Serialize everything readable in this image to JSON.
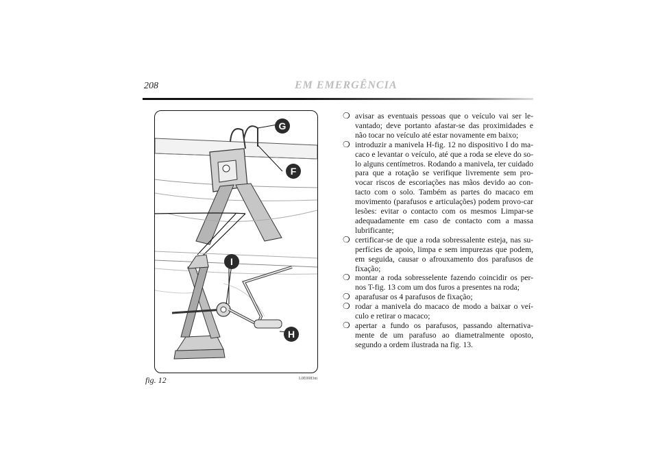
{
  "header": {
    "page_number": "208",
    "section_title": "EM EMERGÊNCIA"
  },
  "figure": {
    "caption": "fig. 12",
    "code": "L0E0083m",
    "callouts": {
      "g": "G",
      "f": "F",
      "i": "I",
      "h": "H"
    }
  },
  "content": {
    "bullet_symbol": "❍",
    "bullets": [
      "avisar as eventuais pessoas que o veículo vai ser le-vantado; deve portanto afastar-se das proximidades e não tocar no veículo até estar novamente em baixo;",
      "introduzir a manivela H-fig. 12 no dispositivo I do ma-caco e levantar o veículo, até que a roda se eleve do so-lo alguns centímetros. Rodando a manivela, ter cuidado para que a rotação se verifique livremente sem pro-vocar riscos de escoriações nas mãos devido ao con-tacto com o solo. Também as partes do macaco em movimento (parafusos e articulações) podem provo-car lesões: evitar o contacto com os mesmos Limpar-se adequadamente em caso de contacto com a massa lubrificante;",
      "certificar-se de que a roda sobressalente esteja, nas su-perfícies de apoio, limpa e sem impurezas que podem, em seguida, causar o afrouxamento dos parafusos de fixação;",
      "montar a roda sobresselente fazendo coincidir os per-nos T-fig. 13 com um dos furos a presentes na roda;",
      "aparafusar os 4 parafusos de fixação;",
      "rodar a manivela do macaco de modo a baixar o veí-culo e retirar o macaco;",
      "apertar a fundo os parafusos, passando alternativa-mente de um parafuso ao diametralmente oposto, segundo a ordem ilustrada na fig. 13."
    ]
  },
  "colors": {
    "section_title": "#bdbdbd",
    "callout_fill": "#2b2b2b",
    "drawing_gray": "#b5b5b5"
  }
}
